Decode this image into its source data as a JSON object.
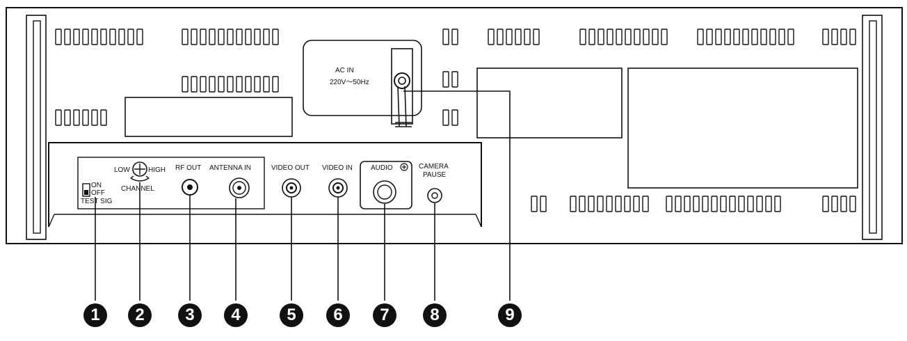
{
  "labels": {
    "ac_in": "AC IN",
    "voltage": "220V～50Hz",
    "channel_low": "LOW",
    "channel_high": "HIGH",
    "channel": "CHANNEL",
    "test_on": "ON",
    "test_off": "OFF",
    "test_sig": "TEST SIG",
    "rf_out": "RF OUT",
    "antenna_in": "ANTENNA IN",
    "video_out": "VIDEO OUT",
    "video_in": "VIDEO IN",
    "audio": "AUDIO",
    "camera": "CAMERA",
    "pause": "PAUSE"
  },
  "callouts": [
    "1",
    "2",
    "3",
    "4",
    "5",
    "6",
    "7",
    "8",
    "9"
  ]
}
